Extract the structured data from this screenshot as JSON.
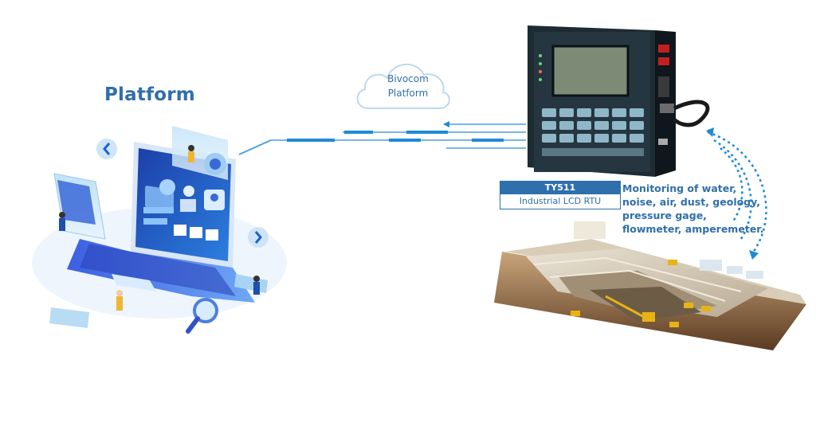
{
  "platform": {
    "heading": "Platform"
  },
  "cloud": {
    "line1": "Bivocom",
    "line2": "Platform"
  },
  "device": {
    "model": "TY511",
    "type": "Industrial LCD RTU"
  },
  "monitoring": {
    "lines": [
      "Monitoring of water,",
      "noise, air, dust, geology,",
      "pressure gage,",
      "flowmeter, amperemeter."
    ]
  },
  "colors": {
    "accent": "#2f6fab",
    "link": "#1e8ad6",
    "device_body": "#1d2b33",
    "keypad": "#8fb7c8"
  },
  "icons": [
    "laptop-illustration",
    "cloud-icon",
    "rtu-device",
    "mining-site-illustration",
    "wireless-signal-icon"
  ]
}
